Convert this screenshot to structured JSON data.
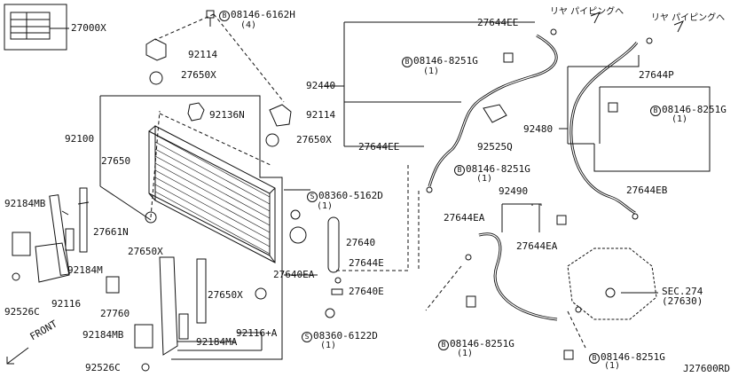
{
  "diagram_id": "J27600RD",
  "labels": {
    "p27000X": "27000X",
    "bolt_top": "08146-6162H",
    "bolt_top_qty": "(4)",
    "p92114_top": "92114",
    "p27650X_top": "27650X",
    "p92136N": "92136N",
    "p92114_mid": "92114",
    "p27650X_mid": "27650X",
    "p92100": "92100",
    "p27650": "27650",
    "p92184MB": "92184MB",
    "p27661N": "27661N",
    "p27650X_low": "27650X",
    "p92184M": "92184M",
    "p92526C_top": "92526C",
    "p92116": "92116",
    "p27760": "27760",
    "p27650X_bot": "27650X",
    "p92184MB_bot": "92184MB",
    "p92184MA": "92184MA",
    "p92116A": "92116+A",
    "p92526C_bot": "92526C",
    "front": "FRONT",
    "p27644EE_top": "27644EE",
    "jp_rear_1": "リヤ パイピングへ",
    "jp_rear_2": "リヤ パイピングへ",
    "bolt_8251_a": "08146-8251G",
    "qty_1a": "(1)",
    "p92440": "92440",
    "p27644P": "27644P",
    "bolt_8251_b": "08146-8251G",
    "qty_1b": "(1)",
    "p92480": "92480",
    "p92525Q": "92525Q",
    "p27644EE_mid": "27644EE",
    "bolt_8251_c": "08146-8251G",
    "qty_1c": "(1)",
    "p27644EB": "27644EB",
    "p92490": "92490",
    "screw_5162D": "08360-5162D",
    "qty_1d": "(1)",
    "p27644EA_a": "27644EA",
    "p27644EA_b": "27644EA",
    "p27640": "27640",
    "p27644E": "27644E",
    "p27640EA": "27640EA",
    "p27640E": "27640E",
    "sec274": "SEC.274",
    "sec274_sub": "(27630)",
    "screw_6122D": "08360-6122D",
    "qty_1e": "(1)",
    "bolt_8251_d": "08146-8251G",
    "qty_1f": "(1)",
    "bolt_8251_e": "08146-8251G",
    "qty_1g": "(1)",
    "mark_b": "B",
    "mark_s": "S"
  }
}
